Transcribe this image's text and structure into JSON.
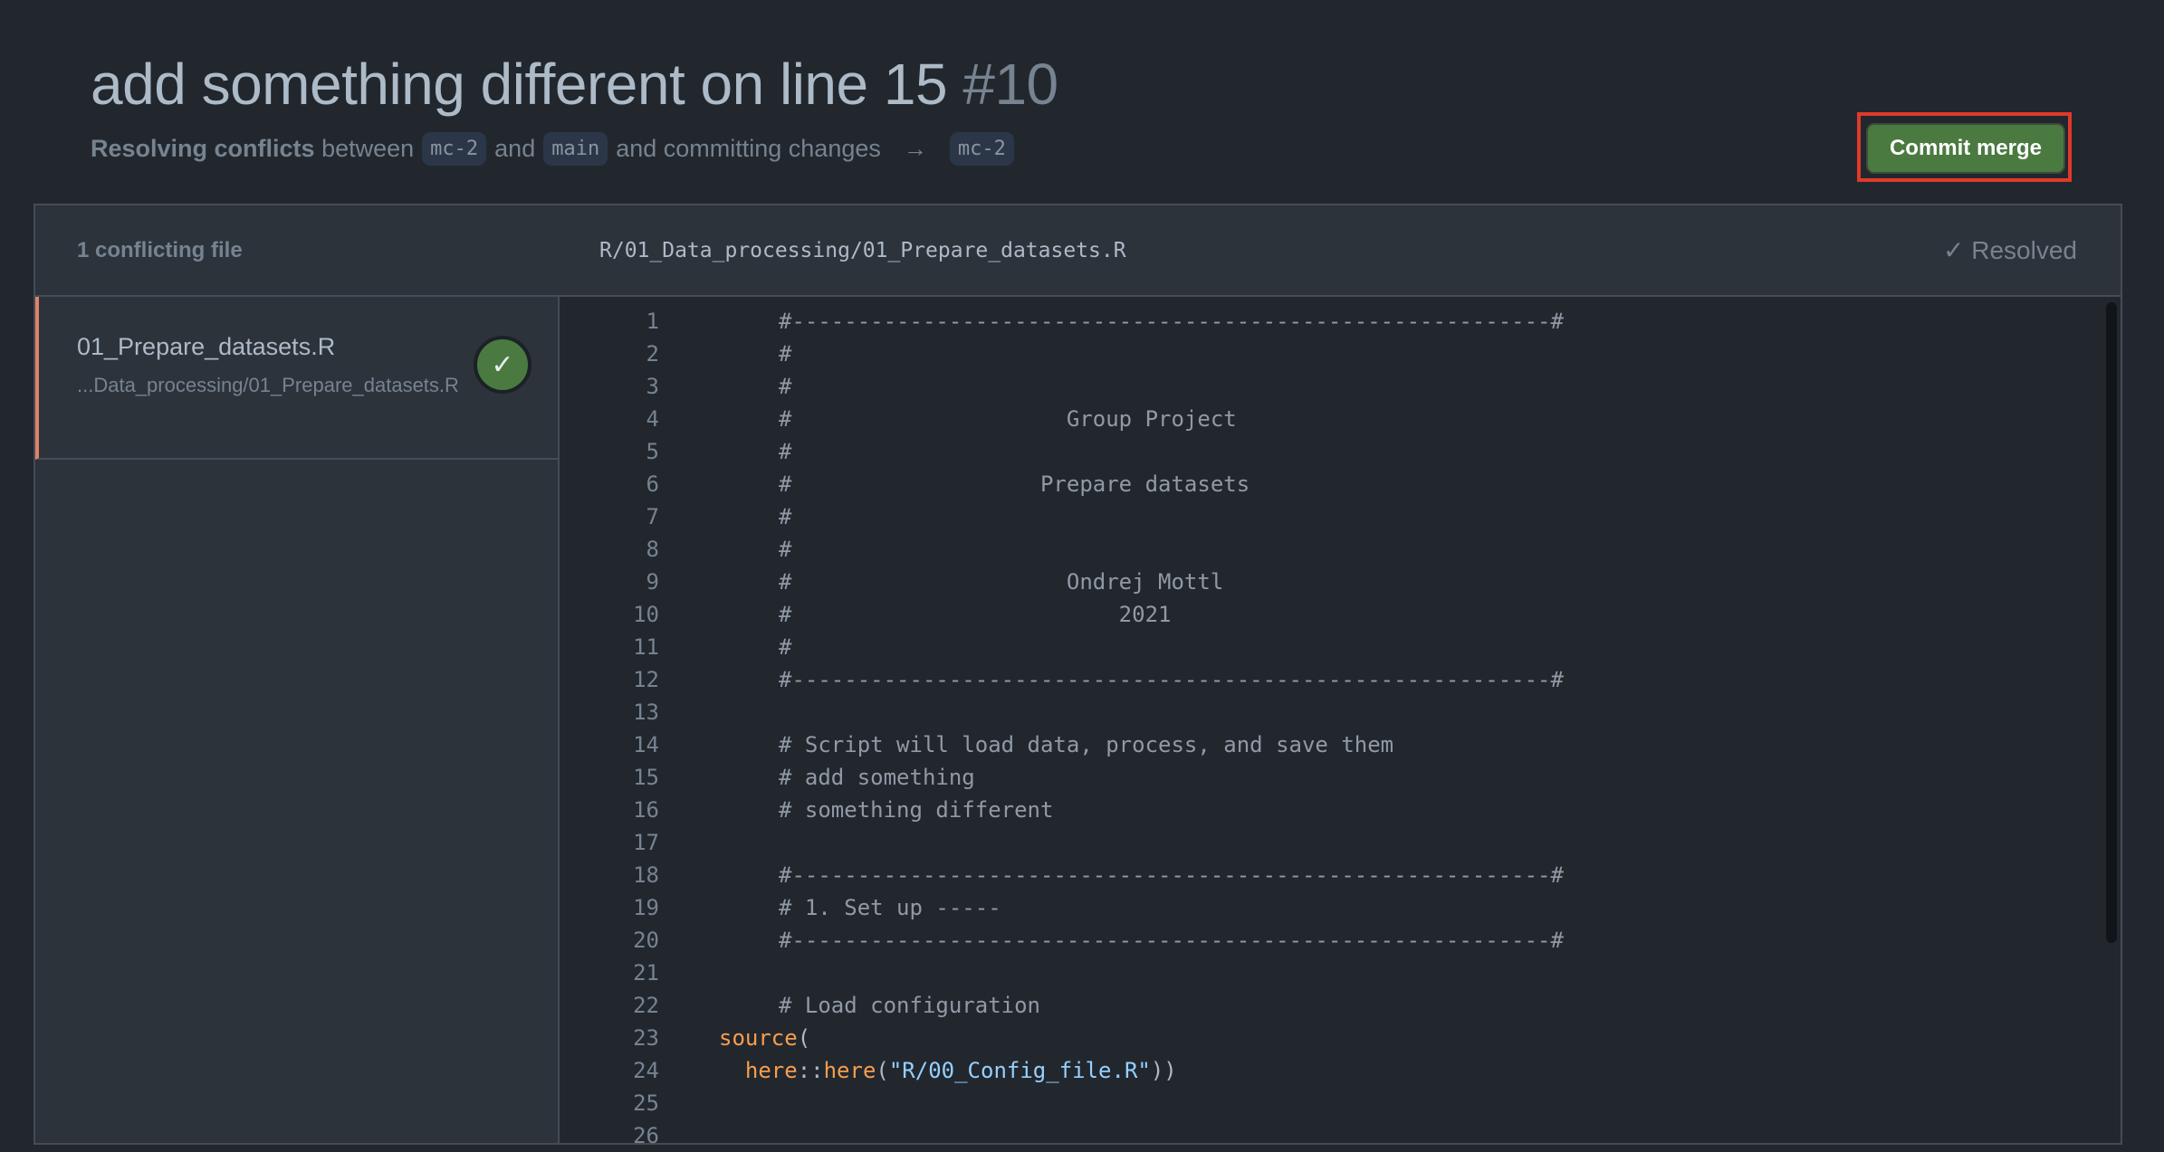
{
  "header": {
    "title": "add something different on line 15",
    "number": "#10",
    "subtitle_bold": "Resolving conflicts",
    "between": "between",
    "branch_head": "mc-2",
    "and": "and",
    "branch_base": "main",
    "committing": "and committing changes",
    "arrow": "→",
    "target_branch": "mc-2",
    "commit_button": "Commit merge"
  },
  "colors": {
    "accent_green": "#4a7a40",
    "highlight": "#e0392b",
    "selected_bar": "#e0826b"
  },
  "sidebar": {
    "heading": "1 conflicting file",
    "files": [
      {
        "name": "01_Prepare_datasets.R",
        "path": "...Data_processing/01_Prepare_datasets.R",
        "status_icon": "check-circle"
      }
    ]
  },
  "editor": {
    "path": "R/01_Data_processing/01_Prepare_datasets.R",
    "resolved": "✓ Resolved",
    "lines": [
      [
        {
          "t": "#----------------------------------------------------------#",
          "c": "txt"
        }
      ],
      [
        {
          "t": "#",
          "c": "txt"
        }
      ],
      [
        {
          "t": "#",
          "c": "txt"
        }
      ],
      [
        {
          "t": "#                     Group Project",
          "c": "txt"
        }
      ],
      [
        {
          "t": "#",
          "c": "txt"
        }
      ],
      [
        {
          "t": "#                   Prepare datasets",
          "c": "txt"
        }
      ],
      [
        {
          "t": "#",
          "c": "txt"
        }
      ],
      [
        {
          "t": "#",
          "c": "txt"
        }
      ],
      [
        {
          "t": "#                     Ondrej Mottl",
          "c": "txt"
        }
      ],
      [
        {
          "t": "#                         2021",
          "c": "txt"
        }
      ],
      [
        {
          "t": "#",
          "c": "txt"
        }
      ],
      [
        {
          "t": "#----------------------------------------------------------#",
          "c": "txt"
        }
      ],
      [],
      [
        {
          "t": "# Script will load data, process, and save them",
          "c": "txt"
        }
      ],
      [
        {
          "t": "# add something",
          "c": "txt"
        }
      ],
      [
        {
          "t": "# something different",
          "c": "txt"
        }
      ],
      [],
      [
        {
          "t": "#----------------------------------------------------------#",
          "c": "txt"
        }
      ],
      [
        {
          "t": "# 1. Set up -----",
          "c": "txt"
        }
      ],
      [
        {
          "t": "#----------------------------------------------------------#",
          "c": "txt"
        }
      ],
      [],
      [
        {
          "t": "# Load configuration",
          "c": "txt"
        }
      ],
      [
        {
          "t": "source",
          "c": "kw"
        },
        {
          "t": "(",
          "c": "pl"
        }
      ],
      [
        {
          "t": "  ",
          "c": "pl"
        },
        {
          "t": "here",
          "c": "kw"
        },
        {
          "t": "::",
          "c": "pl"
        },
        {
          "t": "here",
          "c": "kw"
        },
        {
          "t": "(",
          "c": "pl"
        },
        {
          "t": "\"R/00_Config_file.R\"",
          "c": "str"
        },
        {
          "t": "))",
          "c": "pl"
        }
      ],
      [],
      []
    ]
  }
}
